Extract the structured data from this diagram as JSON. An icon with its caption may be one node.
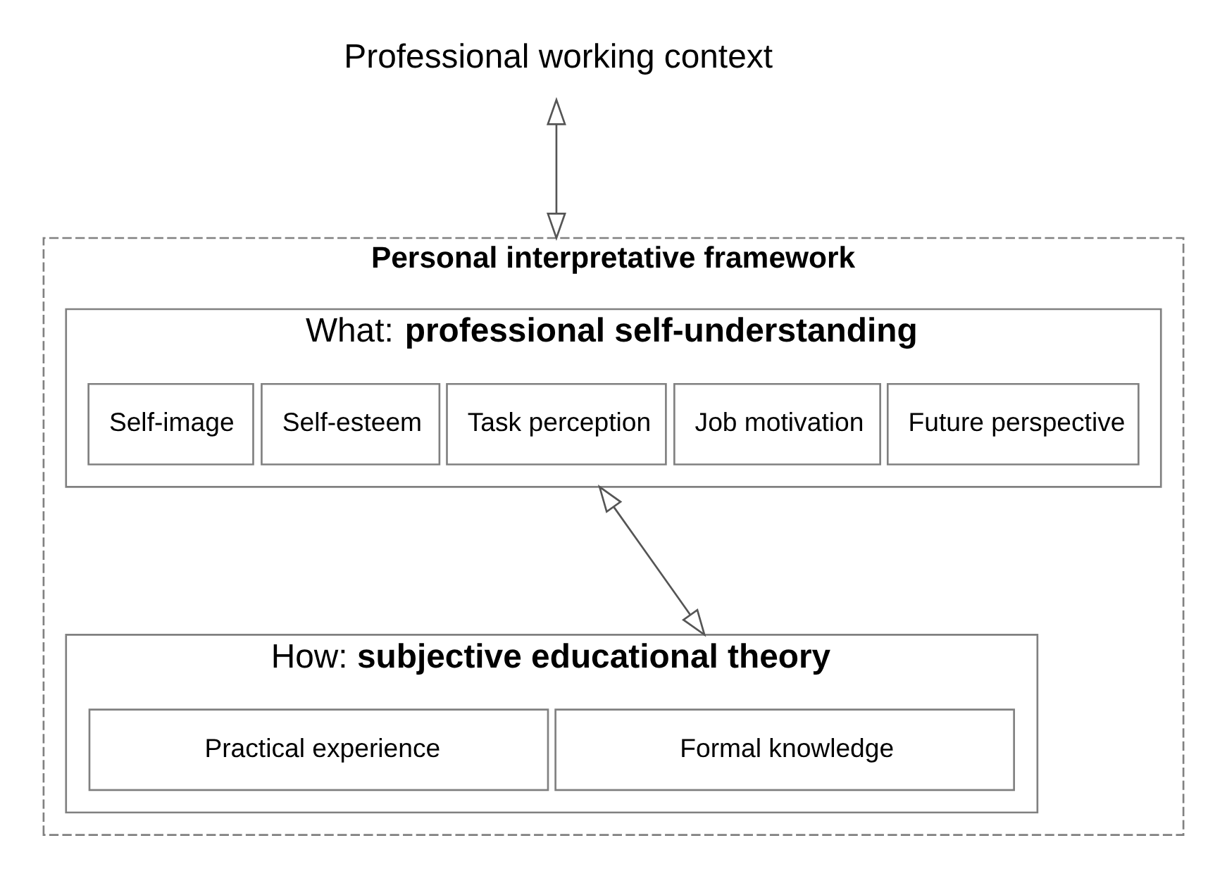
{
  "diagram": {
    "nodes": [
      {
        "text": [
          "Professional working context"
        ]
      },
      {
        "text": [
          "Personal interpretative framework"
        ]
      },
      {
        "text": [
          "What: **professional self-understanding**"
        ],
        "in": 1
      },
      {
        "text": [
          "Self-image"
        ],
        "in": 2
      },
      {
        "text": [
          "Self-esteem"
        ],
        "in": 2
      },
      {
        "text": [
          "Task perception"
        ],
        "in": 2
      },
      {
        "text": [
          "Job motivation"
        ],
        "in": 2
      },
      {
        "text": [
          "Future perspective"
        ],
        "in": 2
      },
      {
        "text": [
          "How: **subjective educational theory**"
        ],
        "in": 1
      },
      {
        "text": [
          "Practical experience"
        ],
        "in": 8
      },
      {
        "text": [
          "Formal knowledge"
        ],
        "in": 8
      }
    ],
    "edges": [
      {
        "from": 0,
        "to": 1,
        "arrow": "both"
      },
      {
        "from": 2,
        "to": 8,
        "arrow": "both"
      }
    ]
  }
}
